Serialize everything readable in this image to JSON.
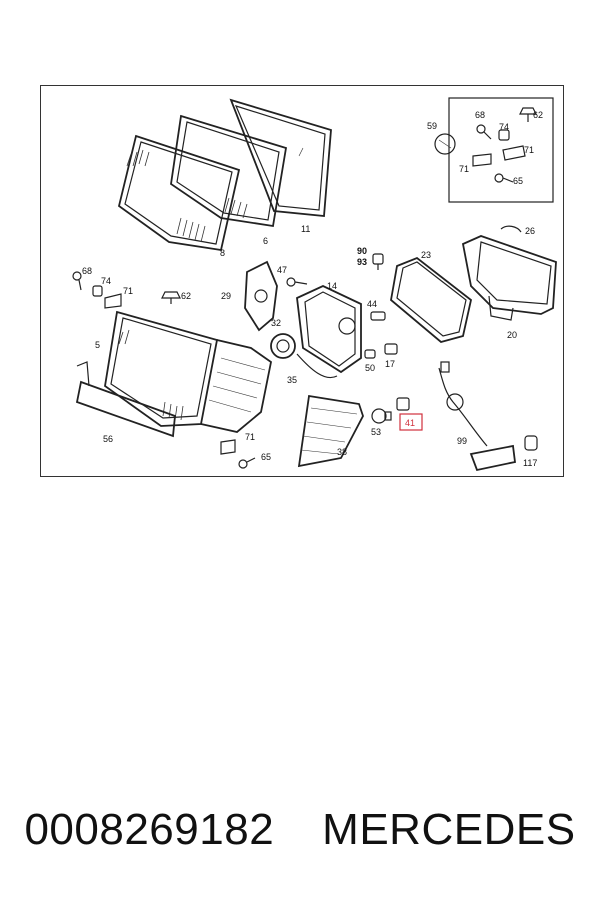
{
  "diagram": {
    "callouts": {
      "c8": "8",
      "c6": "6",
      "c11": "11",
      "c59": "59",
      "c68a": "68",
      "c74a": "74",
      "c62a": "62",
      "c71a": "71",
      "c71b": "71",
      "c65a": "65",
      "c90": "90",
      "c93": "93",
      "c23": "23",
      "c26": "26",
      "c20": "20",
      "c68b": "68",
      "c74b": "74",
      "c71c": "71",
      "c62b": "62",
      "c29": "29",
      "c47": "47",
      "c14": "14",
      "c32": "32",
      "c35": "35",
      "c44": "44",
      "c17": "17",
      "c50": "50",
      "c5": "5",
      "c56": "56",
      "c71d": "71",
      "c65b": "65",
      "c53": "53",
      "c41": "41",
      "c38": "38",
      "c99": "99",
      "c117": "117"
    },
    "highlight": {
      "callout": "41",
      "color": "#d0303c"
    }
  },
  "footer": {
    "part_number": "0008269182",
    "brand": "MERCEDES"
  }
}
